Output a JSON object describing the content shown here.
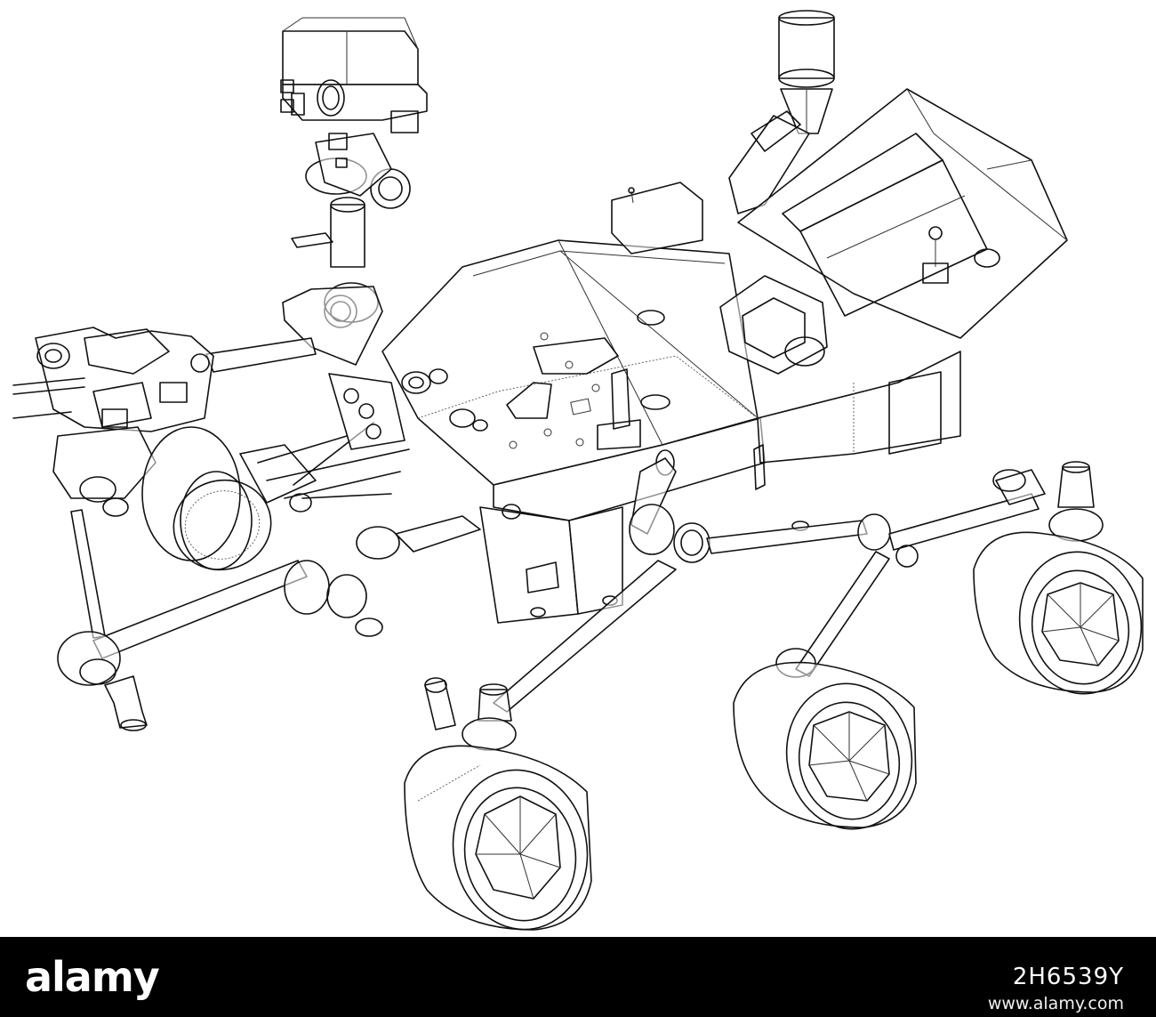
{
  "illustration": {
    "subject_icon": "mars-rover-wireframe-icon",
    "style": "black line art on white",
    "line_color": "#111111",
    "background": "#ffffff"
  },
  "footer": {
    "background": "#000000",
    "text_color": "#ffffff",
    "brand": "alamy",
    "image_code": "2H6539Y",
    "url": "www.alamy.com"
  }
}
